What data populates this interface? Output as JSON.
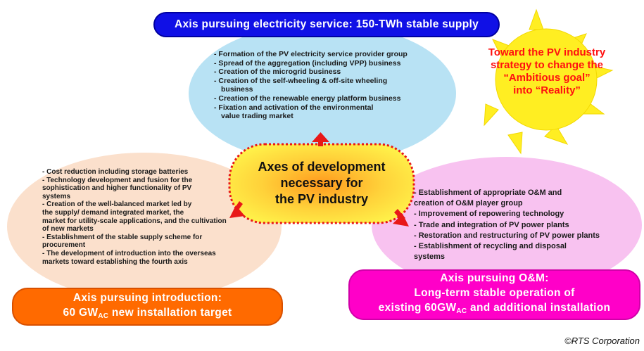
{
  "colors": {
    "blue_axis": "#1010e6",
    "orange_axis": "#ff6a00",
    "magenta_axis": "#ff00c8",
    "blue_ellipse": "#b8e2f4",
    "peach_ellipse": "#fbe0cc",
    "pink_ellipse": "#f8c2f0",
    "sun": "#ffee22",
    "arrow": "#e81818",
    "sun_text": "#ff1010"
  },
  "top_axis": {
    "title": "Axis pursuing electricity service: 150-TWh stable supply",
    "items": [
      "- Formation of the PV electricity service provider group",
      "- Spread of the aggregation (including VPP) business",
      "- Creation of the microgrid business",
      "- Creation of the self-wheeling & off-site wheeling",
      "  business",
      "- Creation of the renewable energy platform business",
      "- Fixation and activation of the environmental",
      "  value trading market"
    ]
  },
  "left_axis": {
    "title_line1": "Axis pursuing introduction:",
    "title_line2_pre": "60 GW",
    "title_line2_sub": "AC",
    "title_line2_post": " new installation target",
    "items": [
      "- Cost reduction including storage batteries",
      "- Technology development and fusion for the",
      "sophistication and higher functionality of PV",
      "systems",
      "- Creation of the well-balanced market led by",
      "the supply/ demand integrated market, the",
      "market for utility-scale applications, and the cultivation",
      "of new markets",
      "- Establishment of the stable supply scheme for",
      "procurement",
      "- The development of introduction into the overseas",
      "markets toward establishing the fourth axis"
    ]
  },
  "right_axis": {
    "title_line1": "Axis pursuing O&M:",
    "title_line2": "Long-term stable operation of",
    "title_line3_pre": "existing 60GW",
    "title_line3_sub": "AC",
    "title_line3_post": " and additional installation",
    "items": [
      "- Establishment of appropriate O&M and",
      "creation of O&M player group",
      "- Improvement of repowering technology",
      "- Trade and integration of PV power plants",
      "- Restoration and restructuring of PV power plants",
      "- Establishment of recycling and disposal",
      "systems"
    ]
  },
  "center": {
    "line1": "Axes of development",
    "line2": "necessary for",
    "line3": "the PV industry"
  },
  "sun_message": {
    "line1": "Toward the PV industry",
    "line2": "strategy  to change the",
    "line3": "“Ambitious goal”",
    "line4": "into “Reality”"
  },
  "copyright": "©RTS Corporation"
}
